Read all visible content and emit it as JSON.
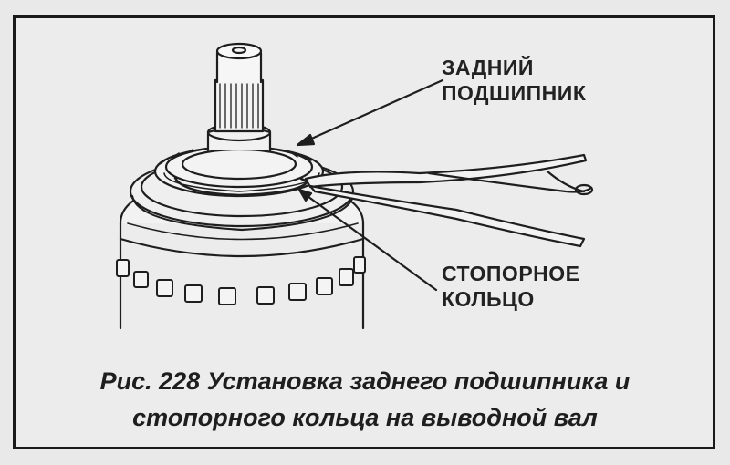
{
  "labels": {
    "rear_bearing_line1": "ЗАДНИЙ",
    "rear_bearing_line2": "ПОДШИПНИК",
    "snap_ring_line1": "СТОПОРНОЕ",
    "snap_ring_line2": "КОЛЬЦО"
  },
  "caption": {
    "line1": "Рис. 228 Установка заднего подшипника  и",
    "line2": "стопорного кольца на выводной вал"
  },
  "colors": {
    "ink": "#1e1e1e",
    "paper": "#ececec"
  }
}
